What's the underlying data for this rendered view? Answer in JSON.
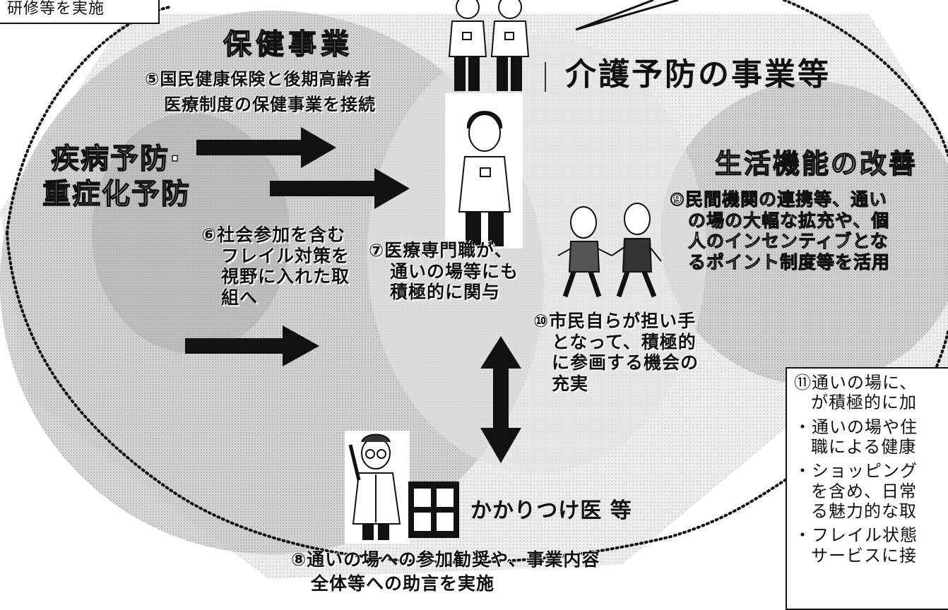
{
  "corner_box": {
    "text": "研修等を実施"
  },
  "hoken": {
    "title": "保健事業",
    "item5_line1": "⑤国民健康保険と後期高齢者",
    "item5_line2": "医療制度の保健事業を接続",
    "disease_line1": "疾病予防·",
    "disease_line2": "重症化予防"
  },
  "item6": {
    "lines": [
      "⑥社会参加を含む",
      "フレイル対策を",
      "視野に入れた取",
      "組へ"
    ]
  },
  "item7": {
    "lines": [
      "⑦医療専門職が、",
      "通いの場等にも",
      "積極的に関与"
    ]
  },
  "kaigo": {
    "title": "介護予防の事業等"
  },
  "seikatsu": {
    "title": "生活機能の改善",
    "lines": [
      "⑨民間機関の連携等、通い",
      "の場の大幅な拡充や、個",
      "人のインセンティブとな",
      "るポイント制度等を活用"
    ]
  },
  "item10": {
    "lines": [
      "⑩市民自らが担い手",
      "となって、積極的",
      "に参画する機会の",
      "充実"
    ]
  },
  "doctor": {
    "label": "かかりつけ医 等"
  },
  "item8": {
    "lines": [
      "⑧通いの場への参加勧奨や、事業内容",
      "全体等への助言を実施"
    ]
  },
  "item11": {
    "lines": [
      "⑪通いの場に、",
      "が積極的に加",
      "・通いの場や住",
      "職による健康",
      "・ショッピング",
      "を含め、日常",
      "る魅力的な取",
      "・フレイル状態",
      "サービスに接"
    ]
  },
  "colors": {
    "circle_fill": "#bdbdbd",
    "text": "#111111",
    "dots": "#111111"
  },
  "icons": [
    "staff-pair-icon",
    "nurse-icon",
    "elderly-walkers-icon",
    "doctor-icon",
    "clinic-building-icon"
  ]
}
